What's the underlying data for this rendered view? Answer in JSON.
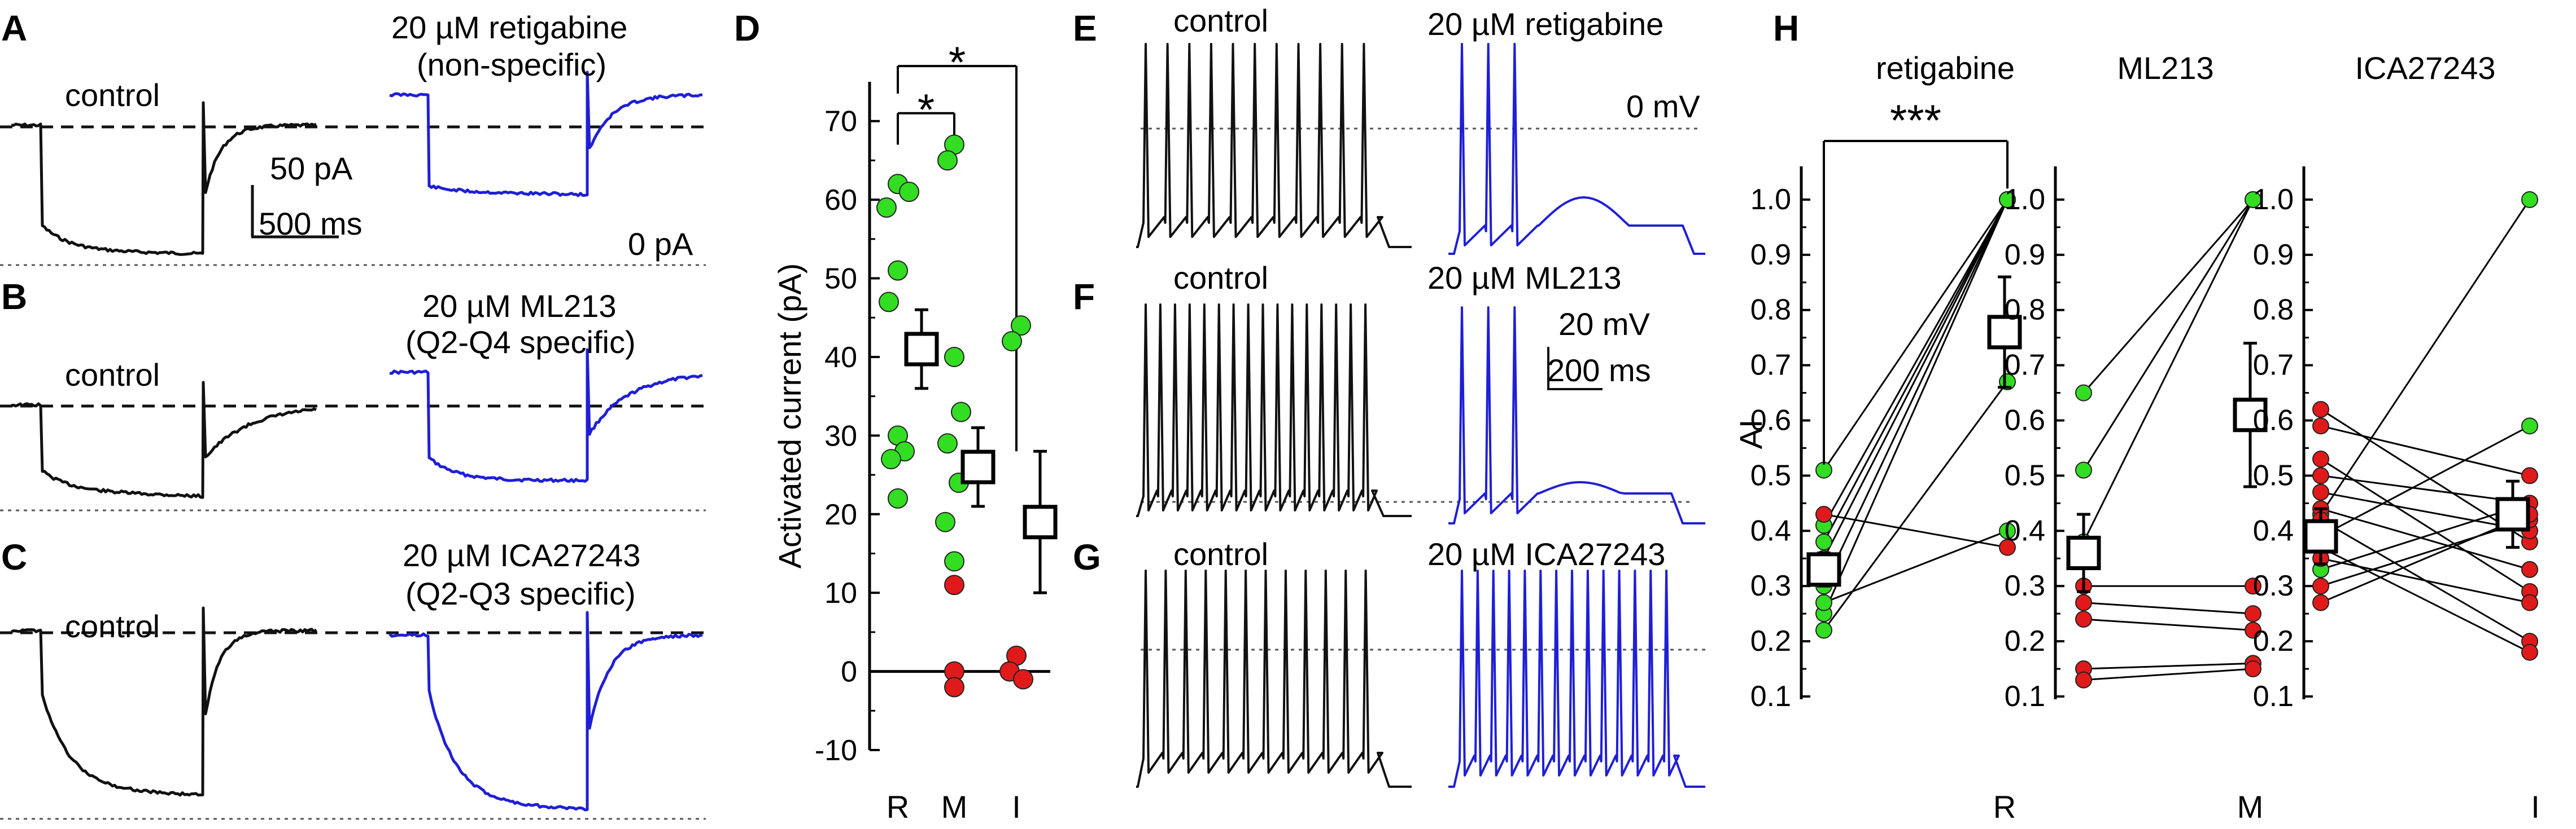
{
  "colors": {
    "black": "#111111",
    "blue": "#1f1fd6",
    "green": "#33dd22",
    "red": "#e01a1a"
  },
  "panels": {
    "A": {
      "letter": "A",
      "control_label": "control",
      "drug_label": "20 µM retigabine",
      "drug_note": "(non-specific)",
      "scale_current": "50 pA",
      "scale_time": "500 ms",
      "zero_label": "0 pA"
    },
    "B": {
      "letter": "B",
      "control_label": "control",
      "drug_label": "20 µM ML213",
      "drug_note": "(Q2-Q4 specific)"
    },
    "C": {
      "letter": "C",
      "control_label": "control",
      "drug_label": "20 µM ICA27243",
      "drug_note": "(Q2-Q3 specific)"
    },
    "D": {
      "letter": "D"
    },
    "E": {
      "letter": "E",
      "control_label": "control",
      "drug_label": "20 µM retigabine",
      "zero_label": "0 mV"
    },
    "F": {
      "letter": "F",
      "control_label": "control",
      "drug_label": "20 µM ML213",
      "scale_voltage": "20 mV",
      "scale_time": "200 ms"
    },
    "G": {
      "letter": "G",
      "control_label": "control",
      "drug_label": "20 µM ICA27243"
    },
    "H": {
      "letter": "H"
    }
  },
  "chart_data": [
    {
      "panel": "D",
      "type": "scatter",
      "ylabel": "Activated current (pA)",
      "ylim": [
        -10,
        75
      ],
      "yticks": [
        "-10",
        "0",
        "10",
        "20",
        "30",
        "40",
        "50",
        "60",
        "70"
      ],
      "categories": [
        "R",
        "M",
        "I"
      ],
      "significance": [
        {
          "pair": [
            "R",
            "M"
          ],
          "label": "*"
        },
        {
          "pair": [
            "R",
            "I"
          ],
          "label": "*"
        }
      ],
      "means": [
        {
          "cat": "R",
          "mean": 41,
          "err": 5
        },
        {
          "cat": "M",
          "mean": 26,
          "err": 5
        },
        {
          "cat": "I",
          "mean": 19,
          "err": 9
        }
      ],
      "points": [
        {
          "cat": "R",
          "y": 62,
          "color": "green",
          "dx": 0
        },
        {
          "cat": "R",
          "y": 59,
          "color": "green",
          "dx": -0.05
        },
        {
          "cat": "R",
          "y": 61,
          "color": "green",
          "dx": 0.05
        },
        {
          "cat": "R",
          "y": 51,
          "color": "green",
          "dx": 0
        },
        {
          "cat": "R",
          "y": 47,
          "color": "green",
          "dx": -0.04
        },
        {
          "cat": "R",
          "y": 30,
          "color": "green",
          "dx": 0
        },
        {
          "cat": "R",
          "y": 28,
          "color": "green",
          "dx": 0.03
        },
        {
          "cat": "R",
          "y": 27,
          "color": "green",
          "dx": -0.03
        },
        {
          "cat": "R",
          "y": 22,
          "color": "green",
          "dx": 0
        },
        {
          "cat": "M",
          "y": 67,
          "color": "green",
          "dx": 0
        },
        {
          "cat": "M",
          "y": 65,
          "color": "green",
          "dx": -0.03
        },
        {
          "cat": "M",
          "y": 40,
          "color": "green",
          "dx": 0
        },
        {
          "cat": "M",
          "y": 33,
          "color": "green",
          "dx": 0.03
        },
        {
          "cat": "M",
          "y": 29,
          "color": "green",
          "dx": -0.03
        },
        {
          "cat": "M",
          "y": 24,
          "color": "green",
          "dx": 0.02
        },
        {
          "cat": "M",
          "y": 19,
          "color": "green",
          "dx": -0.04
        },
        {
          "cat": "M",
          "y": 14,
          "color": "green",
          "dx": 0
        },
        {
          "cat": "M",
          "y": 11,
          "color": "red",
          "dx": 0
        },
        {
          "cat": "M",
          "y": 0,
          "color": "red",
          "dx": 0
        },
        {
          "cat": "M",
          "y": -2,
          "color": "red",
          "dx": 0
        },
        {
          "cat": "I",
          "y": 44,
          "color": "green",
          "dx": 0.02
        },
        {
          "cat": "I",
          "y": 42,
          "color": "green",
          "dx": -0.02
        },
        {
          "cat": "I",
          "y": 2,
          "color": "red",
          "dx": 0
        },
        {
          "cat": "I",
          "y": 0,
          "color": "red",
          "dx": -0.03
        },
        {
          "cat": "I",
          "y": -1,
          "color": "red",
          "dx": 0.03
        }
      ]
    },
    {
      "panel": "H",
      "type": "scatter",
      "ylabel": "AI",
      "ylim": [
        0.1,
        1.05
      ],
      "yticks": [
        "0.1",
        "0.2",
        "0.3",
        "0.4",
        "0.5",
        "0.6",
        "0.7",
        "0.8",
        "0.9",
        "1.0"
      ],
      "groups": [
        {
          "title": "retigabine",
          "xlabel": "R",
          "sig": "***",
          "mean_control": 0.33,
          "err_control": 0.03,
          "mean_drug": 0.76,
          "err_drug": 0.1,
          "pairs": [
            {
              "c": 0.51,
              "d": 1.0,
              "color": "green"
            },
            {
              "c": 0.41,
              "d": 1.0,
              "color": "green"
            },
            {
              "c": 0.38,
              "d": 1.0,
              "color": "green"
            },
            {
              "c": 0.35,
              "d": 1.0,
              "color": "green"
            },
            {
              "c": 0.3,
              "d": 1.0,
              "color": "green"
            },
            {
              "c": 0.25,
              "d": 1.0,
              "color": "green"
            },
            {
              "c": 0.22,
              "d": 0.67,
              "color": "green"
            },
            {
              "c": 0.27,
              "d": 0.4,
              "color": "green"
            },
            {
              "c": 0.43,
              "d": 0.37,
              "color": "red"
            }
          ]
        },
        {
          "title": "ML213",
          "xlabel": "M",
          "mean_control": 0.36,
          "err_control": 0.07,
          "mean_drug": 0.61,
          "err_drug": 0.13,
          "pairs": [
            {
              "c": 0.65,
              "d": 1.0,
              "color": "green"
            },
            {
              "c": 0.51,
              "d": 1.0,
              "color": "green"
            },
            {
              "c": 0.38,
              "d": 1.0,
              "color": "green"
            },
            {
              "c": 0.3,
              "d": 0.3,
              "color": "red"
            },
            {
              "c": 0.27,
              "d": 0.25,
              "color": "red"
            },
            {
              "c": 0.24,
              "d": 0.22,
              "color": "red"
            },
            {
              "c": 0.15,
              "d": 0.16,
              "color": "red"
            },
            {
              "c": 0.13,
              "d": 0.15,
              "color": "red"
            }
          ]
        },
        {
          "title": "ICA27243",
          "xlabel": "I",
          "mean_control": 0.39,
          "err_control": 0.05,
          "mean_drug": 0.43,
          "err_drug": 0.06,
          "pairs": [
            {
              "c": 0.43,
              "d": 1.0,
              "color": "green"
            },
            {
              "c": 0.39,
              "d": 0.59,
              "color": "green"
            },
            {
              "c": 0.33,
              "d": 0.45,
              "color": "green"
            },
            {
              "c": 0.62,
              "d": 0.38,
              "color": "red"
            },
            {
              "c": 0.59,
              "d": 0.5,
              "color": "red"
            },
            {
              "c": 0.53,
              "d": 0.29,
              "color": "red"
            },
            {
              "c": 0.5,
              "d": 0.45,
              "color": "red"
            },
            {
              "c": 0.47,
              "d": 0.4,
              "color": "red"
            },
            {
              "c": 0.44,
              "d": 0.33,
              "color": "red"
            },
            {
              "c": 0.42,
              "d": 0.2,
              "color": "red"
            },
            {
              "c": 0.37,
              "d": 0.18,
              "color": "red"
            },
            {
              "c": 0.35,
              "d": 0.27,
              "color": "red"
            },
            {
              "c": 0.3,
              "d": 0.42,
              "color": "red"
            },
            {
              "c": 0.27,
              "d": 0.43,
              "color": "red"
            }
          ]
        }
      ]
    }
  ]
}
